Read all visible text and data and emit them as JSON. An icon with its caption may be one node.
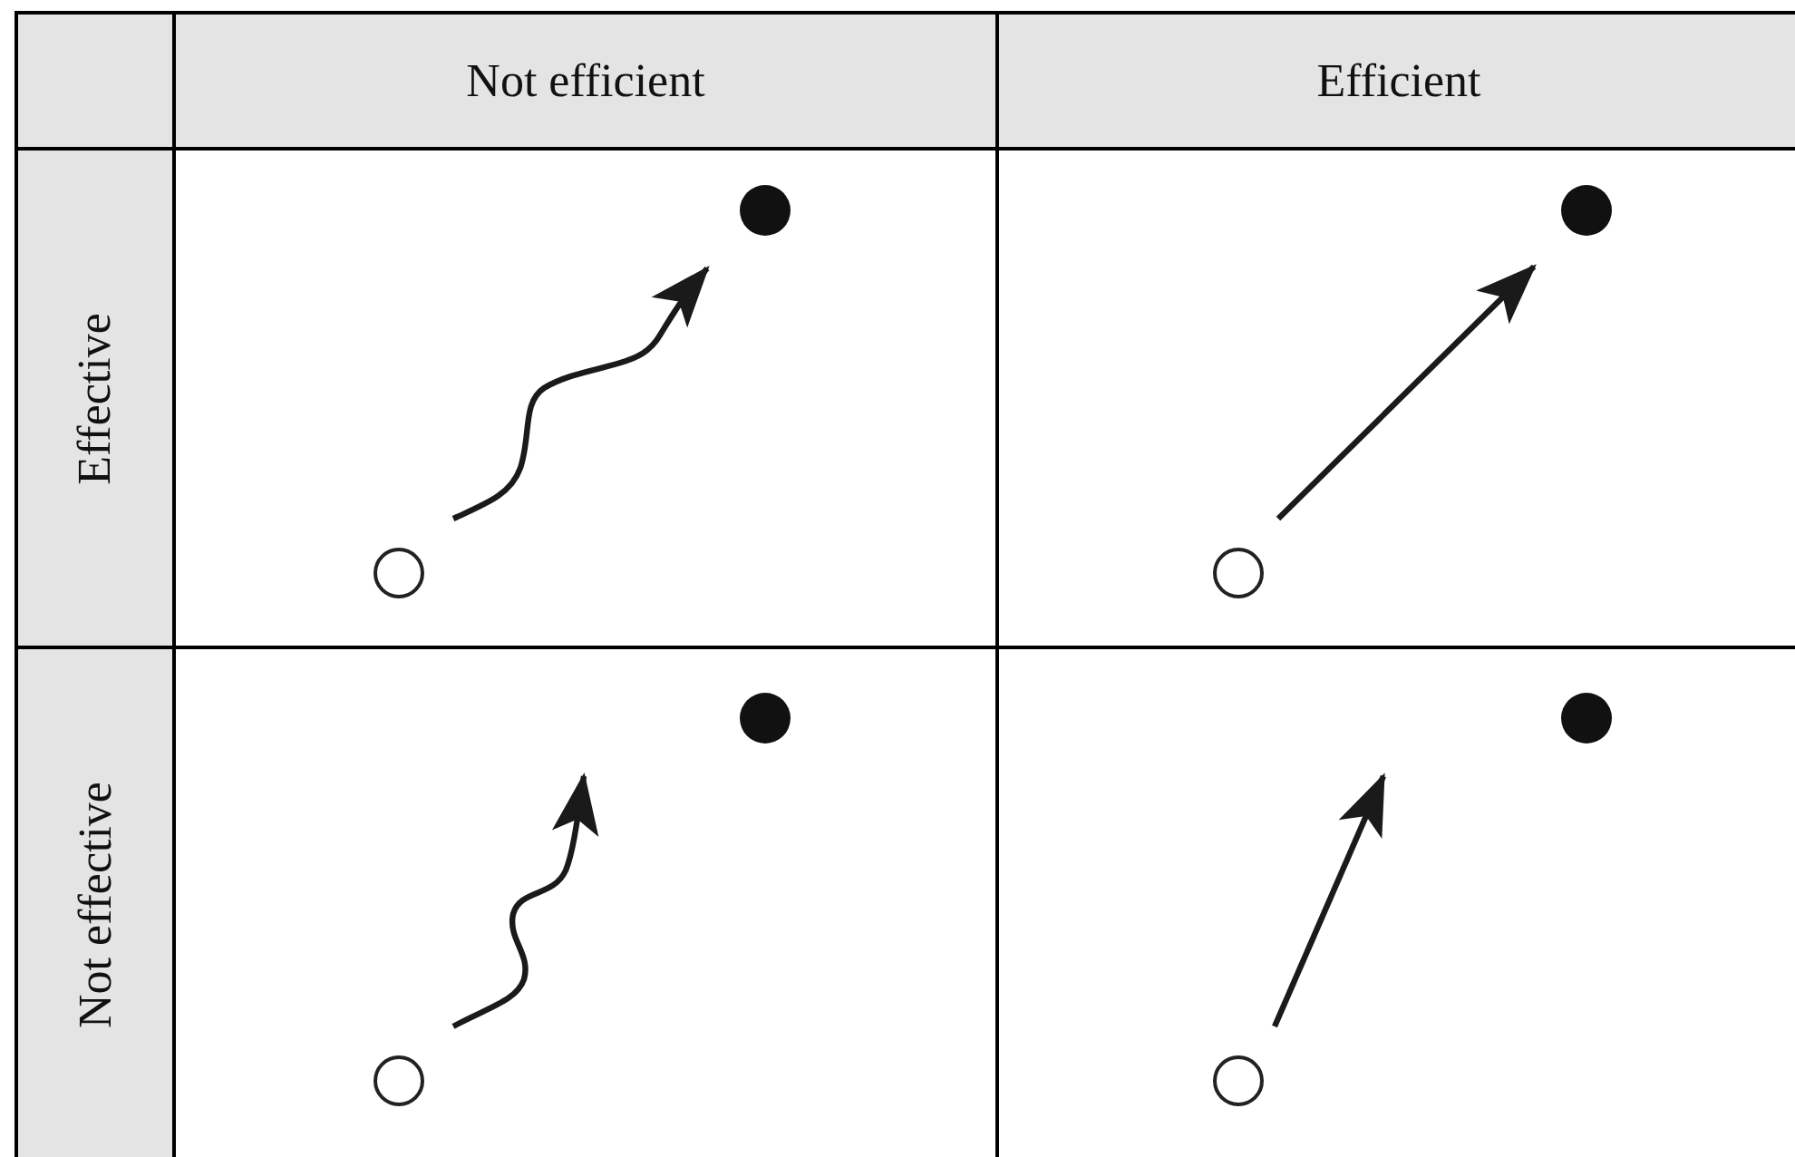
{
  "diagram": {
    "nodes": [
      {
        "text": [],
        "shape": "circle"
      },
      {
        "text": [],
        "shape": "circle"
      },
      {
        "text": [],
        "shape": "circle"
      },
      {
        "text": [],
        "shape": "circle"
      },
      {
        "text": [],
        "shape": "circle"
      },
      {
        "text": [],
        "shape": "circle"
      },
      {
        "text": [],
        "shape": "circle"
      },
      {
        "text": [],
        "shape": "circle"
      }
    ],
    "edges": [
      {
        "from": 2,
        "to": 0,
        "arrow": "to"
      },
      {
        "from": 3,
        "to": 1,
        "arrow": "to"
      },
      {
        "from": 6,
        "to": null,
        "arrow": "to"
      },
      {
        "from": 7,
        "to": null,
        "arrow": "to"
      }
    ],
    "labels": [
      "Not efficient",
      "Efficient",
      "Effective",
      "Not effective"
    ]
  }
}
